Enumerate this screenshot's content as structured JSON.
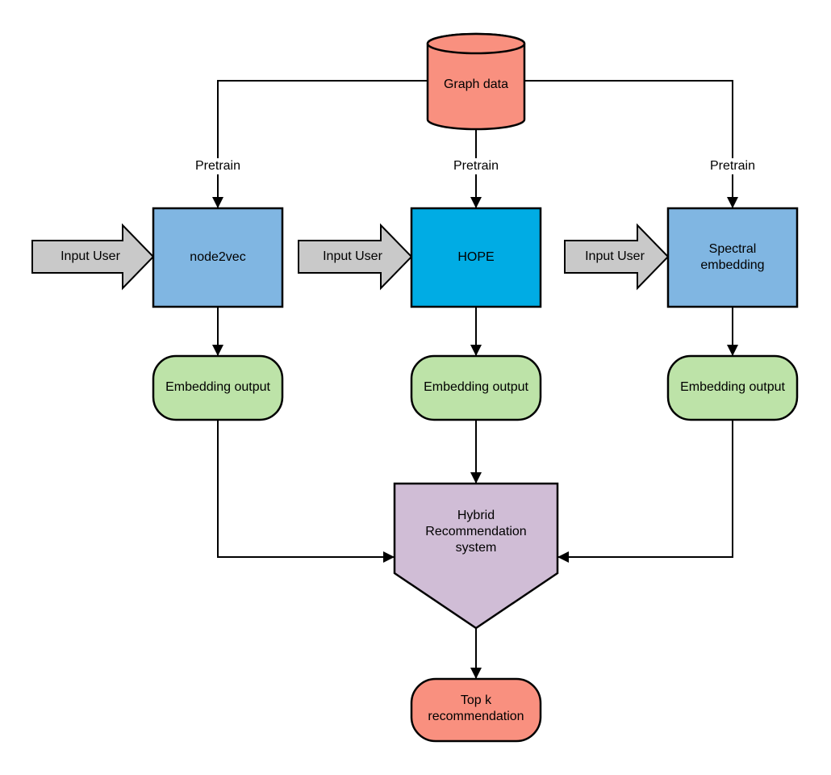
{
  "diagram": {
    "source": {
      "label": "Graph data"
    },
    "columns": [
      {
        "pretrain_label": "Pretrain",
        "input_label": "Input User",
        "model_label": "node2vec",
        "output_label": "Embedding output"
      },
      {
        "pretrain_label": "Pretrain",
        "input_label": "Input User",
        "model_label": "HOPE",
        "output_label": "Embedding output"
      },
      {
        "pretrain_label": "Pretrain",
        "input_label": "Input User",
        "model_label": "Spectral embedding",
        "output_label": "Embedding output"
      }
    ],
    "hybrid": {
      "label": "Hybrid Recommendation system"
    },
    "final": {
      "label": "Top k recommendation"
    },
    "colors": {
      "source_fill": "#F9907F",
      "model_fill": "#80B6E2",
      "hope_fill": "#00ACE4",
      "output_fill": "#BDE3A8",
      "hybrid_fill": "#D0BDD6",
      "final_fill": "#F9907F",
      "input_arrow_fill": "#C9C9C9",
      "line_color": "#000000"
    }
  }
}
